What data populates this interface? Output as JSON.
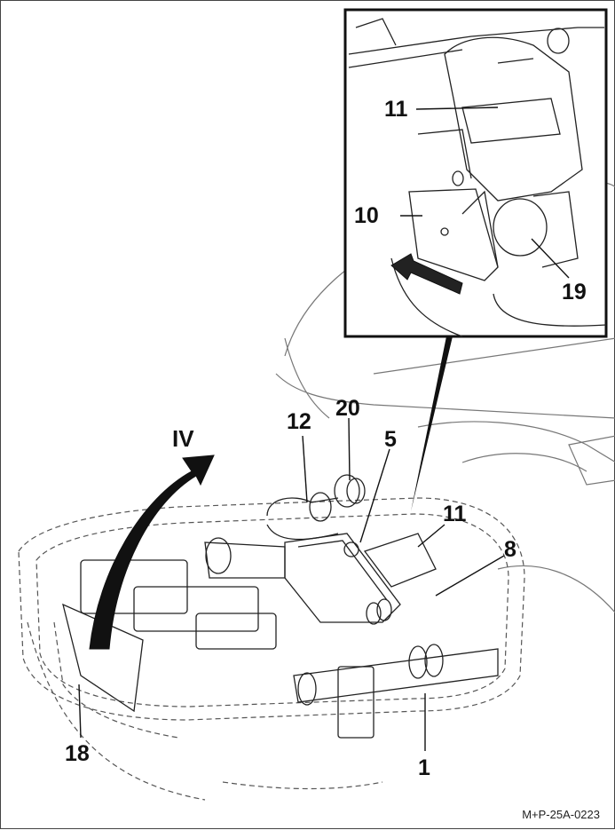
{
  "figure": {
    "view_label": "IV",
    "reference_code": "M+P-25A-0223",
    "callouts": {
      "c1": "1",
      "c5": "5",
      "c8": "8",
      "c10": "10",
      "c11_inset": "11",
      "c11_main": "11",
      "c12": "12",
      "c18": "18",
      "c19": "19",
      "c20": "20"
    },
    "colors": {
      "line": "#222222",
      "background": "#ffffff",
      "arrow": "#111111"
    }
  }
}
